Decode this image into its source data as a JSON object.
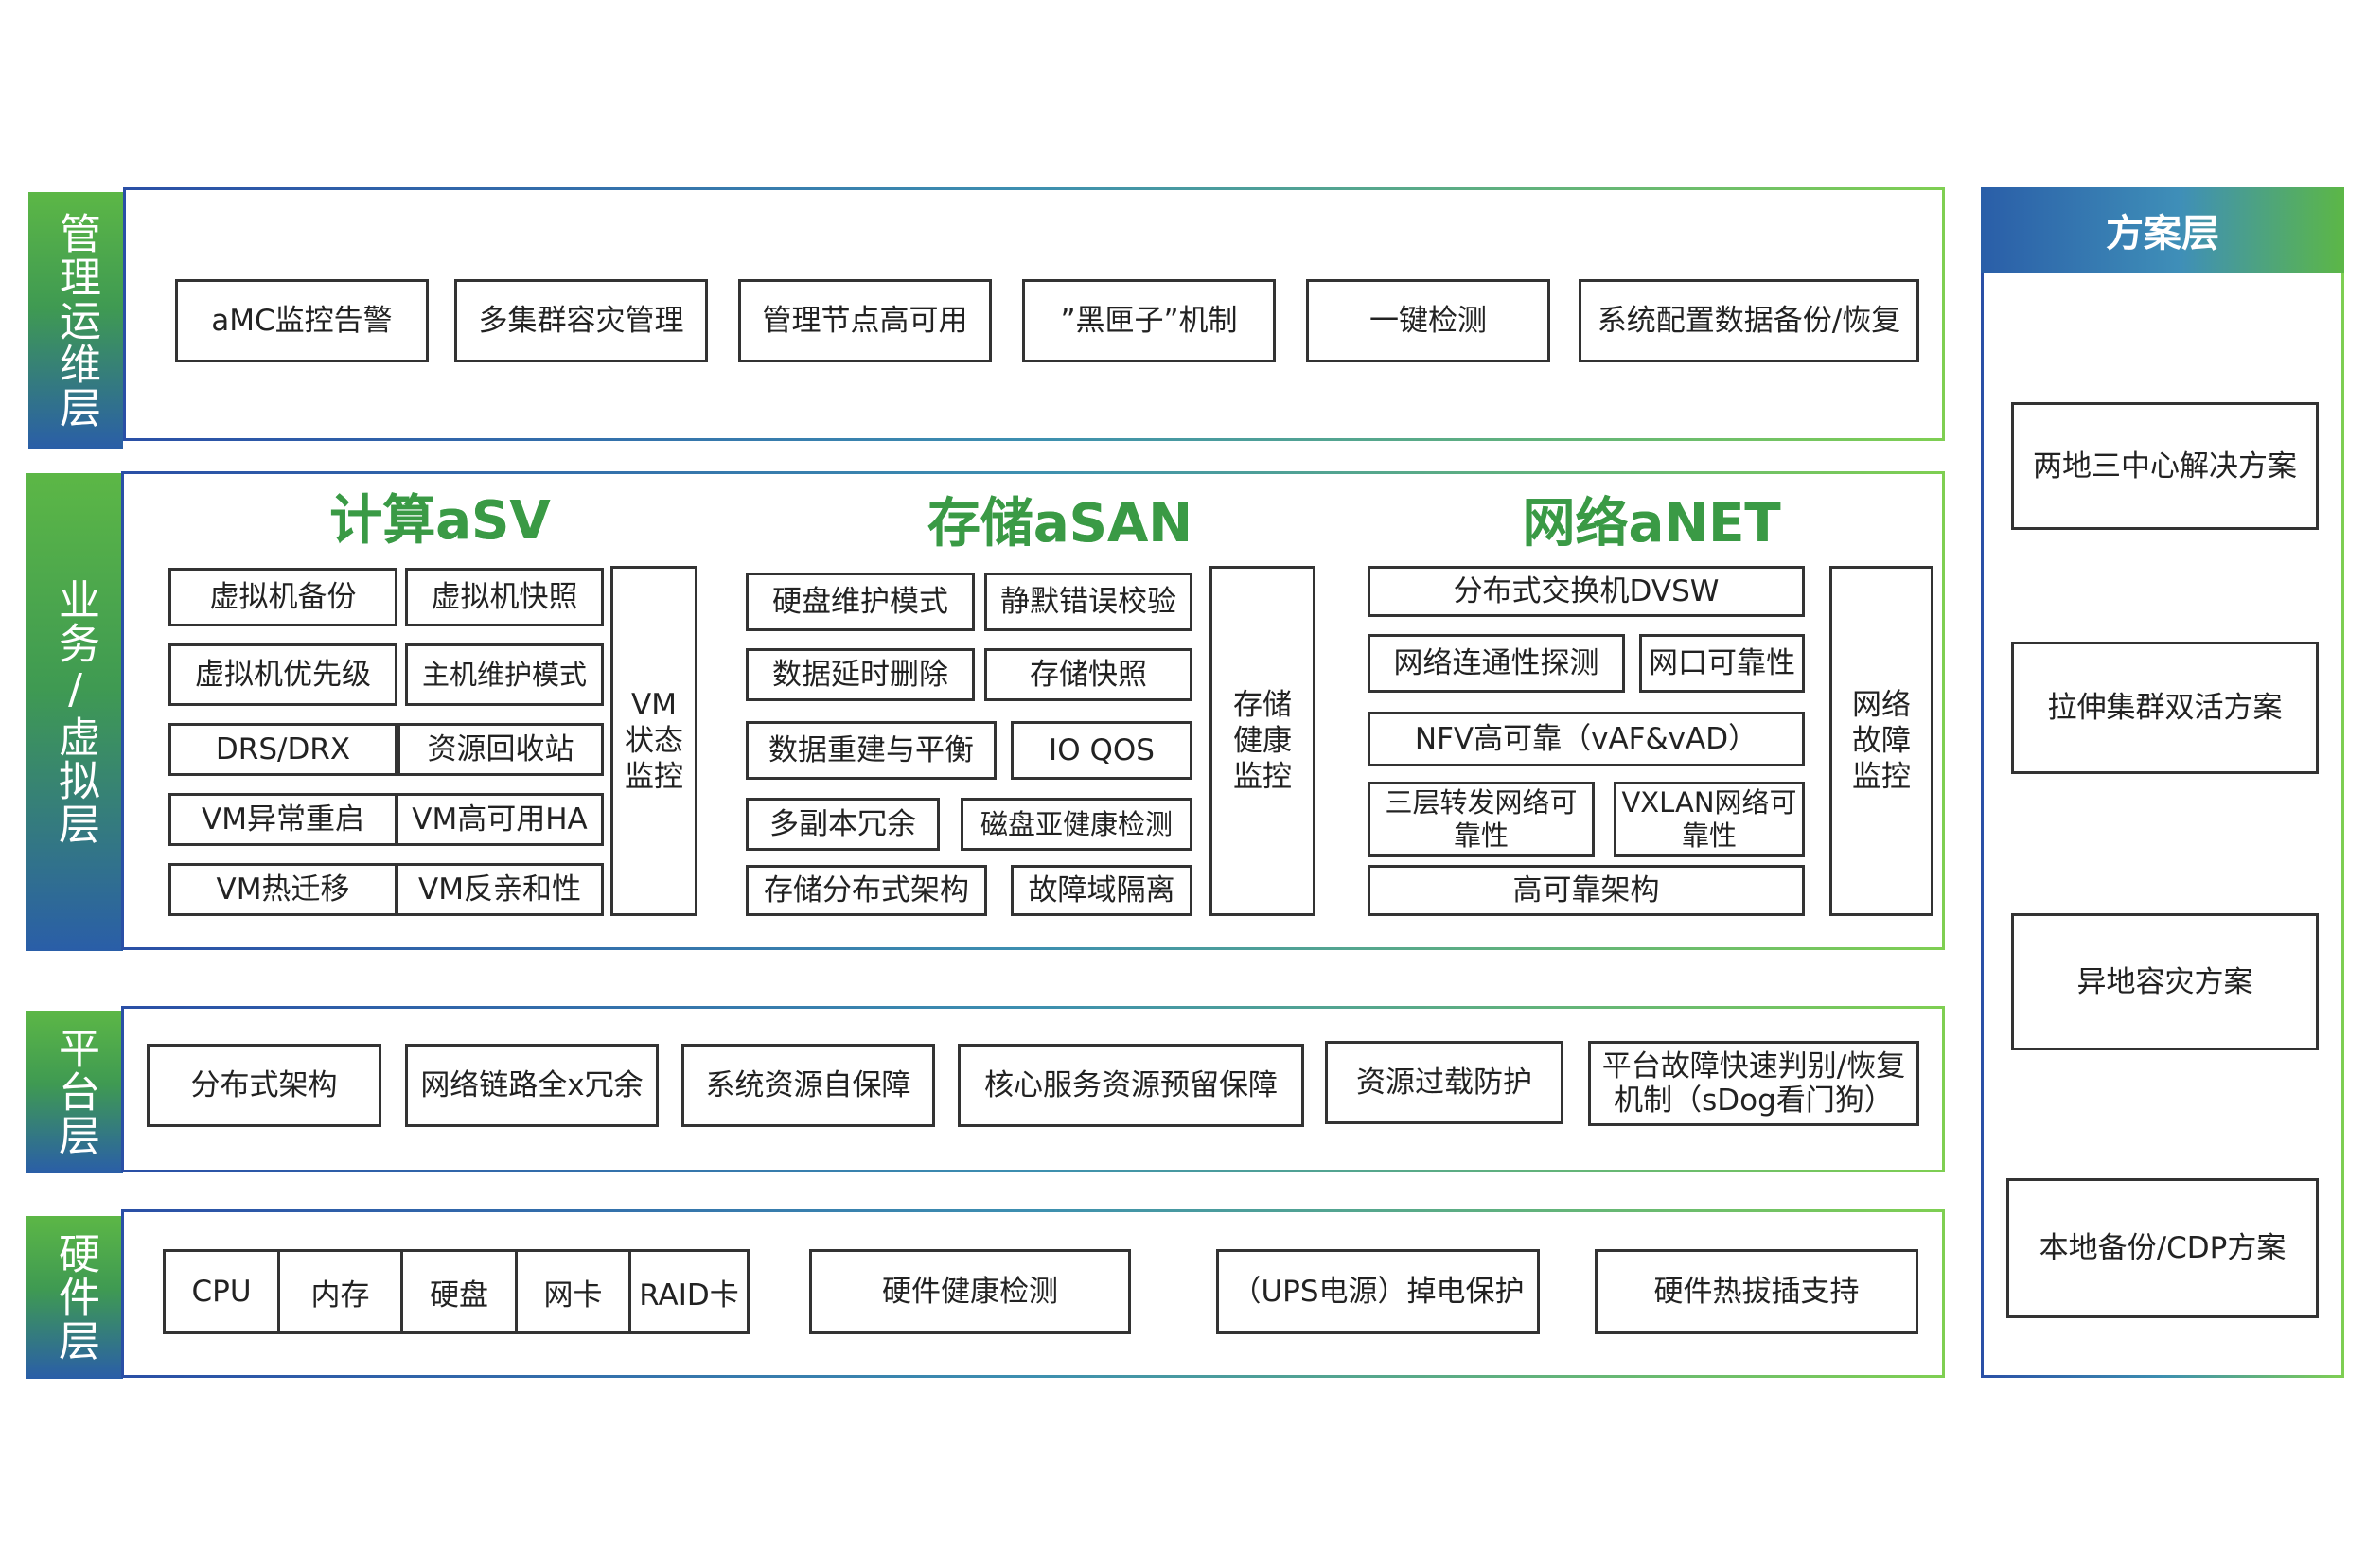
{
  "layers": {
    "mgmt": "管理运维层",
    "biz": "业务/虚拟层",
    "platform": "平台层",
    "hardware": "硬件层"
  },
  "mgmt_items": [
    "aMC监控告警",
    "多集群容灾管理",
    "管理节点高可用",
    "”黑匣子”机制",
    "一键检测",
    "系统配置数据备份/恢复"
  ],
  "compute": {
    "title": "计算aSV",
    "items": [
      "虚拟机备份",
      "虚拟机快照",
      "虚拟机优先级",
      "主机维护模式",
      "DRS/DRX",
      "资源回收站",
      "VM异常重启",
      "VM高可用HA",
      "VM热迁移",
      "VM反亲和性"
    ],
    "monitor": "VM\n状态\n监控"
  },
  "storage": {
    "title": "存储aSAN",
    "items": [
      "硬盘维护模式",
      "静默错误校验",
      "数据延时删除",
      "存储快照",
      "数据重建与平衡",
      "IO QOS",
      "多副本冗余",
      "磁盘亚健康检测",
      "存储分布式架构",
      "故障域隔离"
    ],
    "monitor": "存储\n健康\n监控"
  },
  "network": {
    "title": "网络aNET",
    "items": [
      "分布式交换机DVSW",
      "网络连通性探测",
      "网口可靠性",
      "NFV高可靠（vAF&vAD）",
      "三层转发网络可靠性",
      "VXLAN网络可靠性",
      "高可靠架构"
    ],
    "monitor": "网络\n故障\n监控"
  },
  "platform_items": [
    "分布式架构",
    "网络链路全x冗余",
    "系统资源自保障",
    "核心服务资源预留保障",
    "资源过载防护",
    "平台故障快速判别/恢复机制（sDog看门狗）"
  ],
  "hardware_items": {
    "components": [
      "CPU",
      "内存",
      "硬盘",
      "网卡",
      "RAID卡"
    ],
    "others": [
      "硬件健康检测",
      "（UPS电源）掉电保护",
      "硬件热拔插支持"
    ]
  },
  "scheme": {
    "title": "方案层",
    "items": [
      "两地三中心解决方案",
      "拉伸集群双活方案",
      "异地容灾方案",
      "本地备份/CDP方案"
    ]
  }
}
